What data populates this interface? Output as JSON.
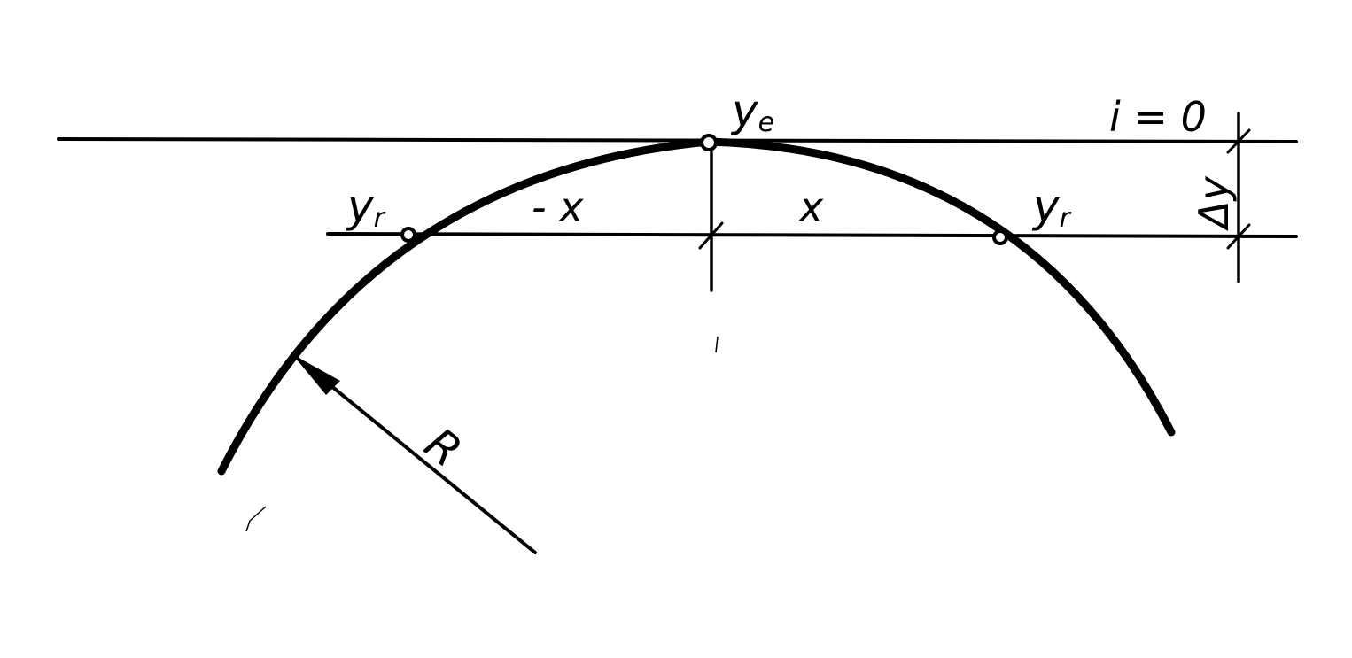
{
  "diagram": {
    "labels": {
      "vertex_y_main": "y",
      "vertex_y_sub": "e",
      "left_y_main": "y",
      "left_y_sub": "r",
      "right_y_main": "y",
      "right_y_sub": "r",
      "neg_x": "- x",
      "pos_x": "x",
      "slope": "i = 0",
      "delta_y": "Δy",
      "radius": "R"
    },
    "colors": {
      "ink": "#000000",
      "background": "#ffffff"
    }
  }
}
